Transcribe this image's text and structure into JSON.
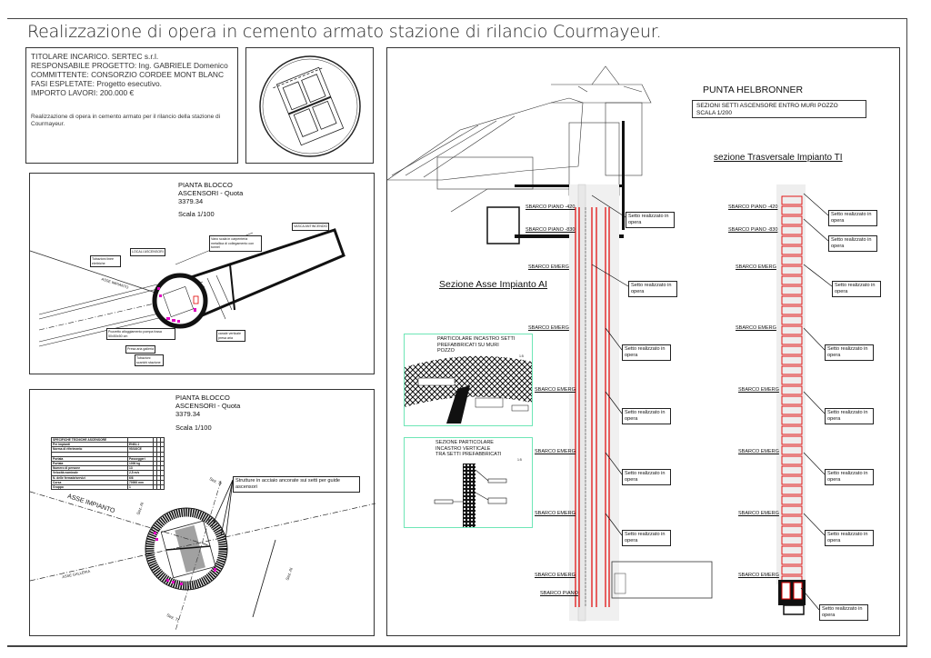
{
  "title": "Realizzazione di opera in cemento armato stazione di rilancio Courmayeur.",
  "info": {
    "lines": [
      "TITOLARE INCARICO. SERTEC s.r.l.",
      "RESPONSABILE PROGETTO: Ing. GABRIELE Domenico",
      "COMMITTENTE: CONSORZIO CORDEE MONT BLANC",
      "FASI ESPLETATE: Progetto esecutivo.",
      "IMPORTO LAVORI: 200.000 €"
    ],
    "description": "Realizzazione di opera in cemento armato per il rilancio della stazione di Courmayeur."
  },
  "plan1": {
    "title": [
      "PIANTA BLOCCO",
      "ASCENSORI - Quota",
      "3379.34"
    ],
    "scale": "Scala 1/100",
    "notes": {
      "vasca": "VASCA ANTINCENDIO",
      "vano": "Vano scala in carpenteria metallica di collegamento con tunnel",
      "locali": "LOCALI ASCENSORI",
      "tubazioni_elettriche": "Tubazioni linee elettriche",
      "pozzetto": "Pozzetto alloggiamento pompa fossa 50x50x50 cm",
      "prese": "Presa aria galleria",
      "tubazioni_scarichi": "Tubazioni scarichi stazione",
      "canale": "canale verticale presa aria"
    },
    "asse": "ASSE IMPIANTO"
  },
  "plan2": {
    "title": [
      "PIANTA BLOCCO",
      "ASCENSORI - Quota",
      "3379.34"
    ],
    "scale": "Scala 1/100",
    "note": "Strutture in acciaio ancorate sui setti per guide ascensori",
    "asse_impianto": "ASSE IMPIANTO",
    "asse_galleria": "ASSE GALLERIA",
    "sec_ti": "Sez. TI",
    "sec_ai": "Sez. AI",
    "spec_table": [
      [
        "SPECIFICHE TECNICHE ASCENSORE",
        ""
      ],
      [
        "Per impianti",
        "EN81-1"
      ],
      [
        "Norma di riferimento",
        "95/16/CE"
      ],
      [
        "",
        ""
      ],
      [
        "Portata",
        "Passeggeri"
      ],
      [
        "Portata",
        "1000 kg"
      ],
      [
        "Numero di persone",
        "13"
      ],
      [
        "Velocità nominale",
        "2,5 m/s"
      ],
      [
        "N. delle fermate/servizi",
        "6/6"
      ],
      [
        "Corsa",
        "70000 mm"
      ],
      [
        "Gruppo",
        "1"
      ]
    ]
  },
  "right": {
    "heading": "PUNTA HELBRONNER",
    "subtitle": [
      "SEZIONI SETTI ASCENSORE ENTRO MURI POZZO",
      "SCALA 1/200"
    ],
    "section_ai": "Sezione Asse Impianto AI",
    "section_ti": "sezione Trasversale Impianto TI",
    "levels": {
      "p420": "SBARCO PIANO -420",
      "p830": "SBARCO PIANO -830",
      "emerg": "SBARCO EMERG",
      "piano": "SBARCO PIANO"
    },
    "setto": "Setto realizzato in opera",
    "detail1": {
      "title": [
        "PARTICOLARE INCASTRO  SETTI",
        "PREFABBRICATI SU MURI",
        "POZZO"
      ],
      "scale": "1:5"
    },
    "detail2": {
      "title": [
        "SEZIONE PARTICOLARE",
        "INCASTRO VERTICALE",
        "TRA SETTI PREFABBRICATI"
      ],
      "scale": "1:5"
    }
  },
  "colors": {
    "red": "#e00000",
    "magenta": "#e000c0",
    "green": "#6ee6b6"
  }
}
